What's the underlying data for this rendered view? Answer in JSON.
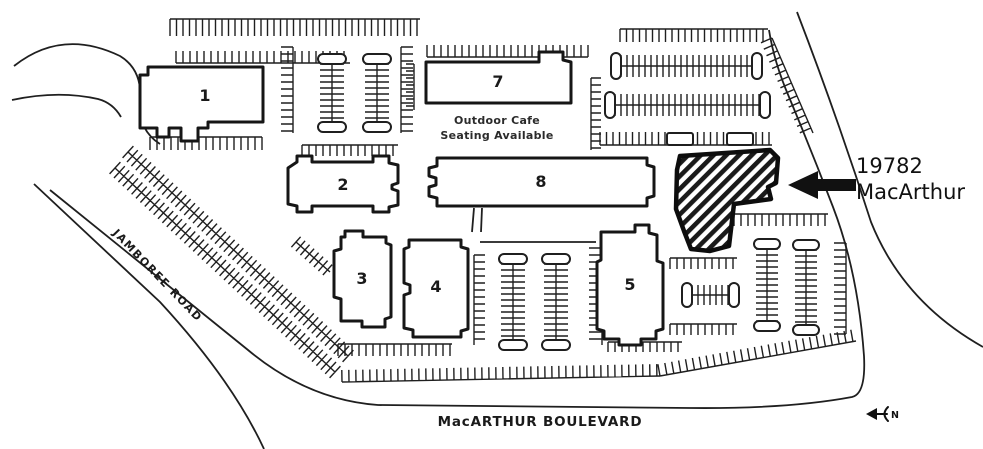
{
  "map": {
    "buildings": [
      {
        "id": "1",
        "label": "1"
      },
      {
        "id": "2",
        "label": "2"
      },
      {
        "id": "3",
        "label": "3"
      },
      {
        "id": "4",
        "label": "4"
      },
      {
        "id": "5",
        "label": "5"
      },
      {
        "id": "7",
        "label": "7"
      },
      {
        "id": "8",
        "label": "8"
      }
    ],
    "highlighted_building": {
      "address_line1": "19782",
      "address_line2": "MacArthur"
    },
    "cafe_note": {
      "line1": "Outdoor Cafe",
      "line2": "Seating Available"
    },
    "roads": {
      "jamboree_label": "JAMBOREE ROAD",
      "macarthur_label": "MacARTHUR BOULEVARD"
    },
    "north_arrow_label": "N",
    "colors": {
      "ink": "#1a1a1a",
      "paper": "#ffffff",
      "highlight_fill": "#1a1a1a"
    }
  }
}
